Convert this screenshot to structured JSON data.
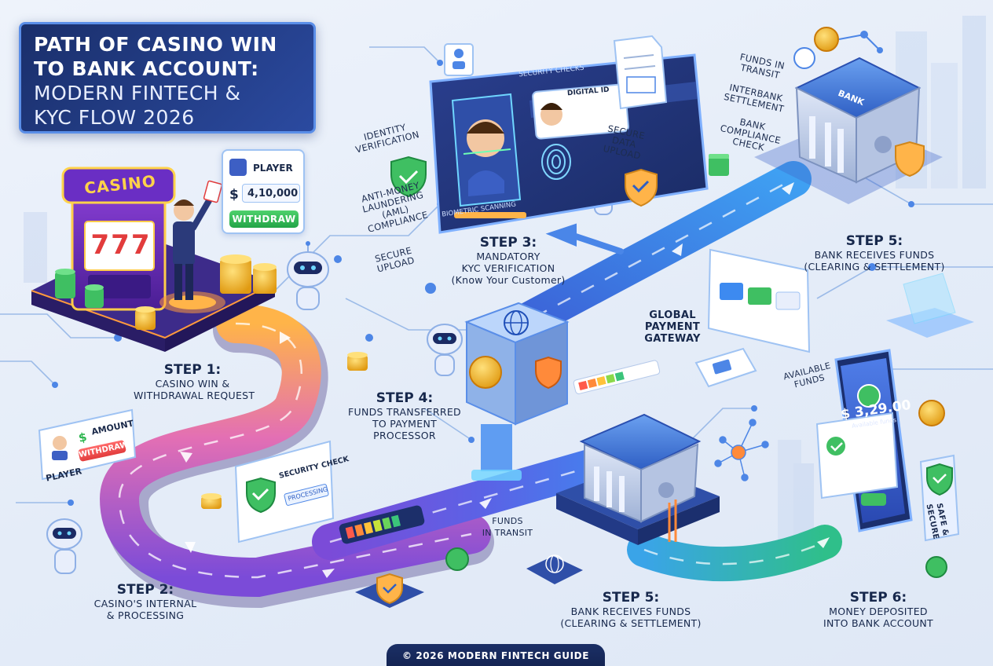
{
  "title": {
    "line1": "PATH OF CASINO WIN",
    "line2": "TO BANK ACCOUNT:",
    "line3": "MODERN FINTECH &",
    "line4": "KYC FLOW 2026"
  },
  "steps": {
    "step1": {
      "heading": "STEP 1:",
      "line1": "CASINO WIN &",
      "line2": "WITHDRAWAL REQUEST"
    },
    "step2": {
      "heading": "STEP 2:",
      "line1": "CASINO'S INTERNAL",
      "line2": "& PROCESSING"
    },
    "step3": {
      "heading": "STEP 3:",
      "line1": "MANDATORY",
      "line2": "KYC VERIFICATION",
      "line3": "(Know Your Customer)"
    },
    "step4": {
      "heading": "STEP 4:",
      "line1": "FUNDS TRANSFERRED",
      "line2": "TO PAYMENT",
      "line3": "PROCESSOR"
    },
    "step5_top": {
      "heading": "STEP 5:",
      "line1": "BANK RECEIVES FUNDS",
      "line2": "(CLEARING & SETTLEMENT)"
    },
    "step5_bottom": {
      "heading": "STEP 5:",
      "line1": "BANK RECEIVES FUNDS",
      "line2": "(CLEARING & SETTLEMENT)"
    },
    "step6": {
      "heading": "STEP 6:",
      "line1": "MONEY DEPOSITED",
      "line2": "INTO BANK ACCOUNT"
    }
  },
  "kyc_tags": {
    "identity": [
      "IDENTITY",
      "VERIFICATION"
    ],
    "aml": [
      "ANTI-MONEY",
      "LAUNDERING",
      "(AML)",
      "COMPLIANCE"
    ],
    "secure_upload": [
      "SECURE",
      "UPLOAD"
    ],
    "secure_data_upload": [
      "SECURE",
      "DATA",
      "UPLOAD"
    ],
    "security_checks": "SECURITY CHECKS",
    "digital_id": "DIGITAL ID",
    "biometric": "BIOMETRIC SCANNING"
  },
  "bank_tags": {
    "funds_in_transit": [
      "FUNDS IN",
      "TRANSIT"
    ],
    "interbank": [
      "INTERBANK",
      "SETTLEMENT"
    ],
    "compliance": [
      "BANK",
      "COMPLIANCE",
      "CHECK"
    ],
    "bank_sign": "BANK"
  },
  "gateway": {
    "line1": "GLOBAL",
    "line2": "PAYMENT",
    "line3": "GATEWAY"
  },
  "funds_transit_bottom": {
    "line1": "FUNDS",
    "line2": "IN TRANSIT"
  },
  "available_funds": {
    "line1": "AVAILABLE",
    "line2": "FUNDS"
  },
  "safe_secure": {
    "line1": "SAFE &",
    "line2": "SECURE"
  },
  "casino": {
    "sign": "CASINO",
    "reels": "777",
    "player_card": {
      "label": "PLAYER",
      "currency": "$",
      "amount": "4,10,000",
      "button": "WITHDRAW"
    }
  },
  "withdraw_card": {
    "currency": "$",
    "amount_label": "AMOUNT",
    "button": "WITHDRAW",
    "player": "PLAYER"
  },
  "security_card": {
    "title": "SECURITY CHECK",
    "status": "PROCESSING"
  },
  "phone": {
    "amount": "$ 3,29.00",
    "sub": "Available funds"
  },
  "footer": "© 2026 MODERN FINTECH GUIDE",
  "colors": {
    "road_orange": "#ff9a3c",
    "road_purple": "#7b4bd8",
    "road_blue": "#3d7ff0",
    "road_green": "#2fbf8a",
    "accent_gold": "#f5b524",
    "accent_green": "#2fb650",
    "title_bg": "#1f3a80"
  }
}
